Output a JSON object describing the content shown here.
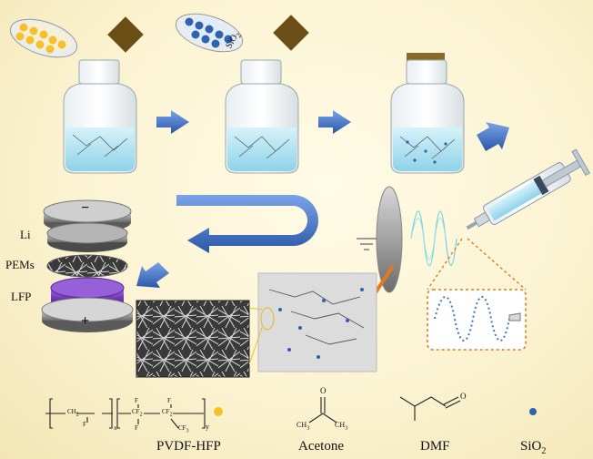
{
  "labels": {
    "sio2_dish": "SiO",
    "sio2_dish_sub": "2",
    "li": "Li",
    "pems": "PEMs",
    "lfp": "LFP",
    "minus": "−",
    "plus": "+"
  },
  "legend": {
    "pvdf_hfp": "PVDF-HFP",
    "acetone": "Acetone",
    "dmf": "DMF",
    "sio2": "SiO",
    "sio2_sub": "2"
  },
  "formula": {
    "ch2": "CH",
    "cf2": "CF",
    "f": "F",
    "cf3": "CF",
    "x": "x",
    "y": "y",
    "o": "O",
    "ch3": "CH",
    "sub2": "2",
    "sub3": "3"
  },
  "colors": {
    "pvdf_dot": "#f5c02a",
    "sio2_dot": "#2f63b0",
    "arrow_blue": "#3d6fc4",
    "arrow_orange": "#e07b22",
    "liquid": "#b9e6f2",
    "cathode": "#7b3fbf"
  }
}
